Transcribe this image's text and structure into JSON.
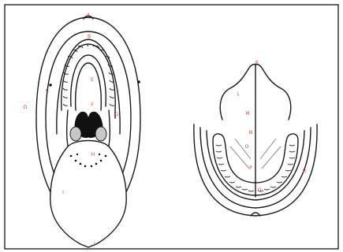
{
  "labels": {
    "a": "A",
    "b": "B",
    "c": "C",
    "d": "D",
    "e": "E",
    "f": "F",
    "g": "G",
    "h": "H",
    "i": "I",
    "j": "J",
    "k": "K",
    "l": "L",
    "m": "M",
    "n": "N",
    "o": "O",
    "p": "P",
    "q": "Q",
    "r": "R"
  },
  "colors": {
    "line": "#1a1a1a",
    "label": "#d94a3a",
    "fill_dark": "#111111",
    "fill_grey": "#c8c8c8",
    "frame": "#000000"
  }
}
